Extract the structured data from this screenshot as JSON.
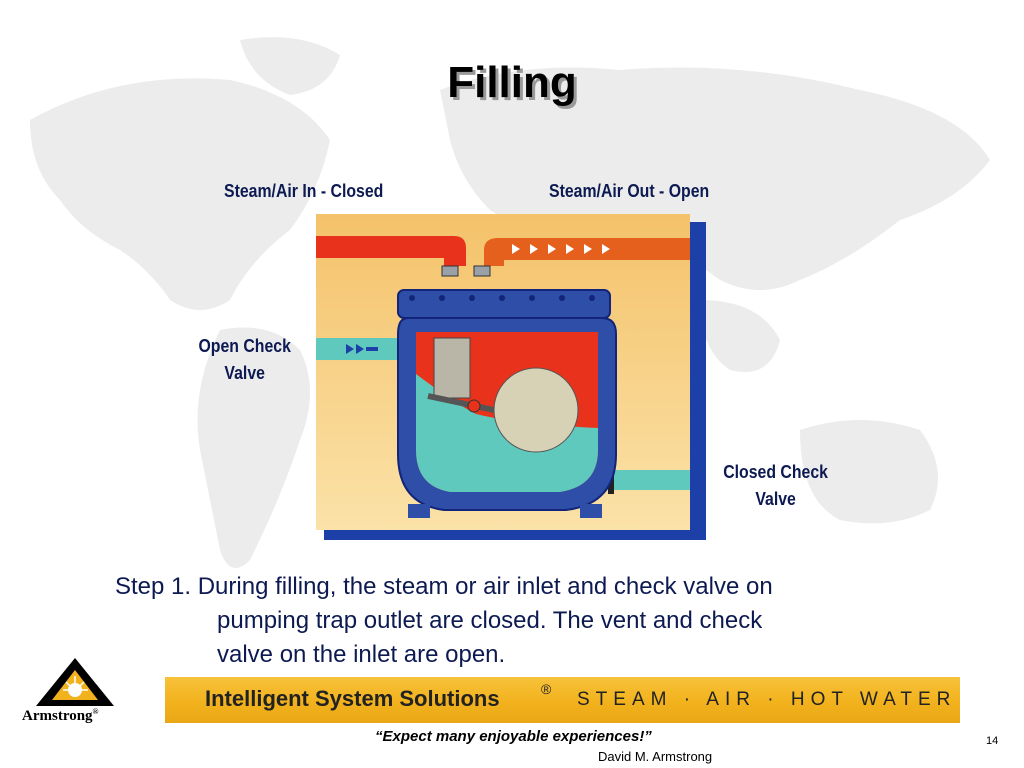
{
  "slide": {
    "title": "Filling",
    "page_number": "14"
  },
  "labels": {
    "steam_in": "Steam/Air In - Closed",
    "steam_out": "Steam/Air Out - Open",
    "open_check": "Open Check Valve",
    "closed_check": "Closed Check Valve"
  },
  "step": {
    "line1": "Step 1.  During filling, the steam or air inlet and check valve on",
    "line2": "pumping trap outlet are closed. The vent and check",
    "line3": "valve on the inlet are open."
  },
  "logo": {
    "name": "Armstrong",
    "registered": "®"
  },
  "banner": {
    "main": "Intelligent System Solutions",
    "registered": "®",
    "tagline": "STEAM · AIR · HOT WATER"
  },
  "footer": {
    "quote_pre": "“Expect many ",
    "quote_strong": "enjoyable experiences",
    "quote_post": "!”",
    "author": "David M. Armstrong"
  },
  "colors": {
    "steam": "#e8321c",
    "water": "#5fc9bd",
    "vessel": "#2e4ea8",
    "banner": "#f2b21d"
  }
}
